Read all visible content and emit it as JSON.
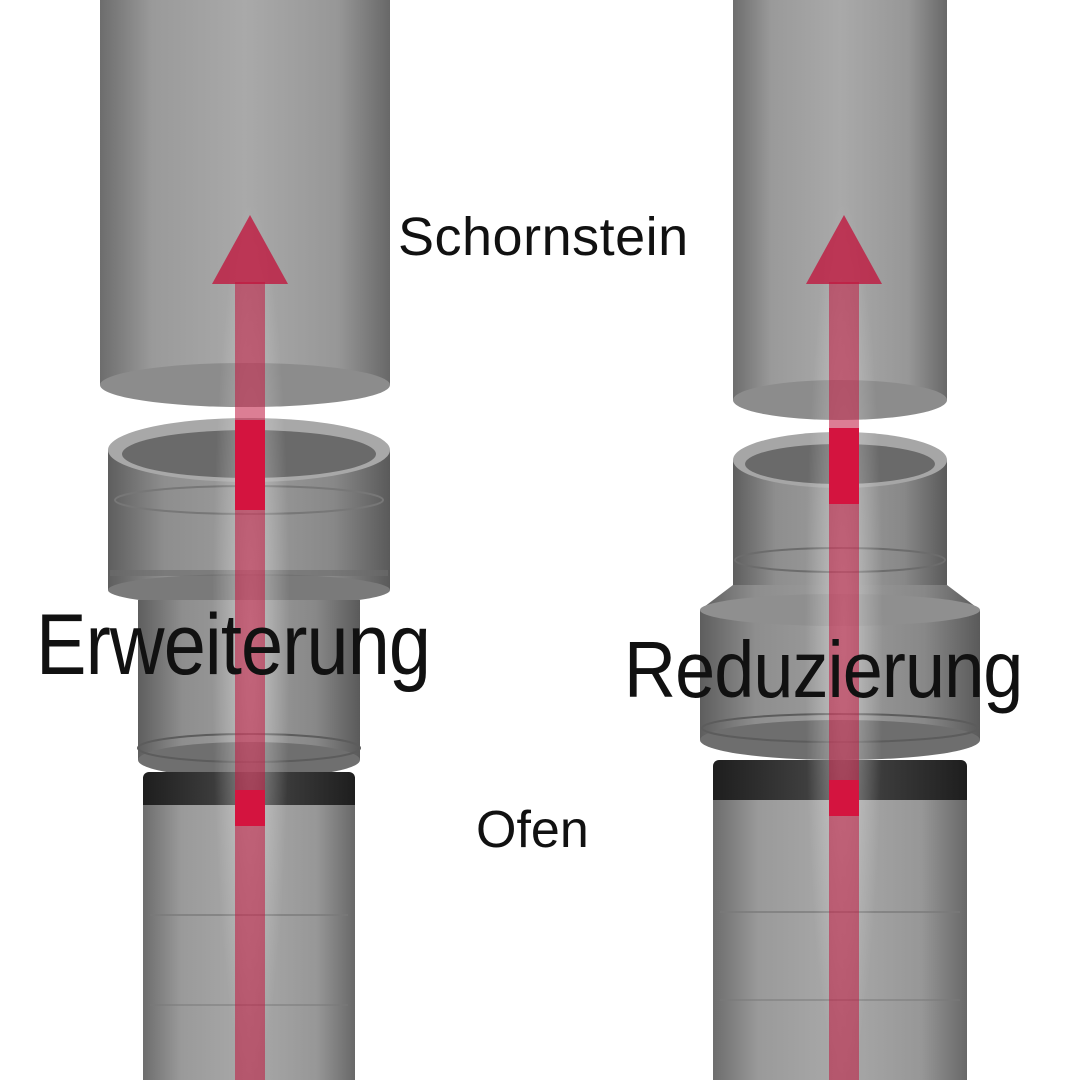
{
  "labels": {
    "chimney": "Schornstein",
    "stove": "Ofen",
    "expansion": "Erweiterung",
    "reduction": "Reduzierung"
  },
  "colors": {
    "background": "#ffffff",
    "pipe_light": "#a4a4a4",
    "pipe_mid": "#8a8a8a",
    "pipe_dark": "#5a5a5a",
    "gasket": "#2b2b2b",
    "arrow": "#c0143c"
  },
  "diagram": {
    "left_assembly": "expansion-fitting",
    "right_assembly": "reduction-fitting",
    "flow_direction": "up"
  }
}
